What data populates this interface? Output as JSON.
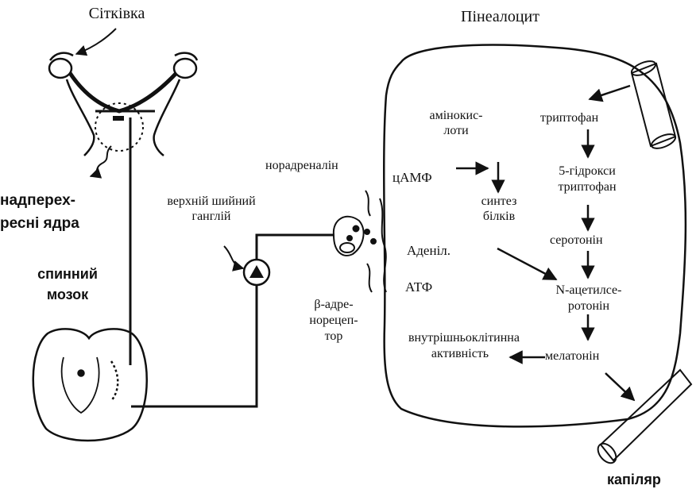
{
  "labels": {
    "retina": "Сітківка",
    "pinealocyte": "Пінеалоцит",
    "suprachiasmatic": [
      "надперех-",
      "ресні ядра"
    ],
    "spinal_cord": [
      "спинний",
      "мозок"
    ],
    "ganglion": [
      "верхній шийний",
      "ганглій"
    ],
    "noradrenaline": "норадреналін",
    "camp": "цАМФ",
    "amino_acids": [
      "амінокис-",
      "лоти"
    ],
    "protein_synth": [
      "синтез",
      "білків"
    ],
    "adenylate": "Аденіл.",
    "atp": "АТФ",
    "beta_receptor": [
      "β-адре-",
      "норецеп-",
      "тор"
    ],
    "tryptophan": "триптофан",
    "hydroxytryptophan": [
      "5-гідрокси",
      "триптофан"
    ],
    "serotonin": "серотонін",
    "acetylserotonin": [
      "N-ацетилсе-",
      "ротонін"
    ],
    "melatonin": "мелатонін",
    "intracellular": [
      "внутрішньоклітинна",
      "активність"
    ],
    "capillary": "капіляр"
  },
  "colors": {
    "ink": "#111111",
    "paper": "#ffffff"
  }
}
